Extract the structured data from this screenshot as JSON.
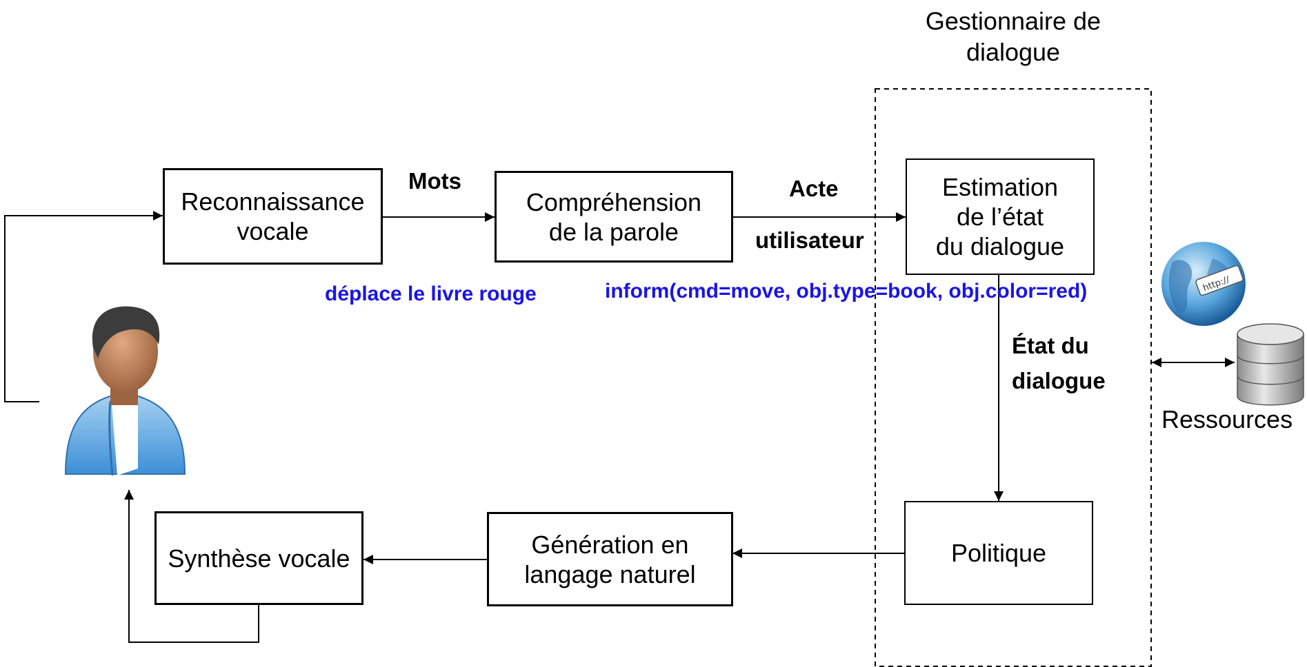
{
  "dialogue_manager_title": [
    "Gestionnaire de",
    "dialogue"
  ],
  "boxes": {
    "speech_recognition": [
      "Reconnaissance",
      "vocale"
    ],
    "language_understanding": [
      "Compréhension",
      "de la parole"
    ],
    "state_estimation": [
      "Estimation",
      "de l’état",
      "du dialogue"
    ],
    "policy": [
      "Politique"
    ],
    "nl_generation": [
      "Génération en",
      "langage naturel"
    ],
    "speech_synthesis": [
      "Synthèse vocale"
    ]
  },
  "edge_labels": {
    "words": "Mots",
    "user_act": [
      "Acte",
      "utilisateur"
    ],
    "dialogue_state": [
      "État du",
      "dialogue"
    ]
  },
  "examples": {
    "utterance": "déplace le livre rouge",
    "semantic_frame": "inform(cmd=move, obj.type=book, obj.color=red)"
  },
  "resources_label": "Ressources",
  "icons": [
    "user-avatar-icon",
    "globe-http-icon",
    "database-icon"
  ],
  "colors": {
    "example_text": "#1a14e6",
    "stroke": "#000000"
  }
}
